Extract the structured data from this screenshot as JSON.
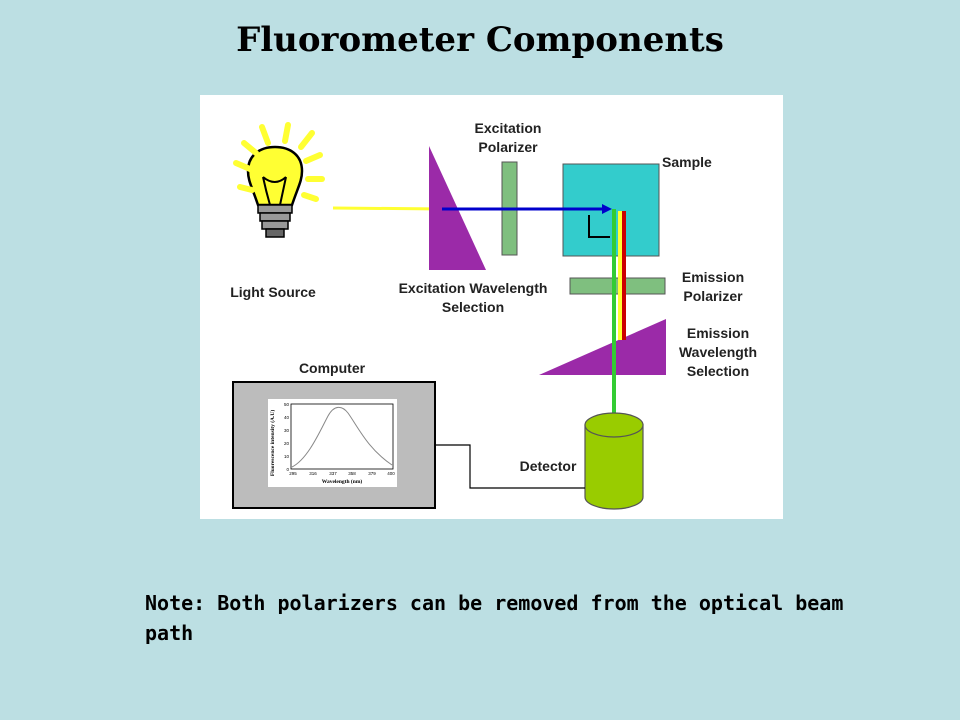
{
  "title": "Fluorometer Components",
  "labels": {
    "light_source": "Light Source",
    "excitation_polarizer": "Excitation\nPolarizer",
    "excitation_selection": "Excitation Wavelength\nSelection",
    "sample": "Sample",
    "emission_polarizer": "Emission\nPolarizer",
    "emission_selection": "Emission\nWavelength\nSelection",
    "computer": "Computer",
    "detector": "Detector"
  },
  "computer_plot": {
    "ylabel": "Fluorescence intensity (A.U)",
    "xlabel": "Wavelength (nm)",
    "xticks": [
      "295",
      "316",
      "337",
      "358",
      "379",
      "400"
    ],
    "yticks": [
      "0",
      "10",
      "20",
      "30",
      "40",
      "50"
    ]
  },
  "colors": {
    "background": "#bcdfe3",
    "prism": "#9b2aa8",
    "polarizer": "#7fbf7f",
    "sample": "#33cccc",
    "detector": "#99cc00",
    "bulb": "#ffff33",
    "beam_excitation": "#0000cc",
    "beam_light": "#ffff33",
    "beam_emission": "#33cc33"
  },
  "note": "Note: Both polarizers can be removed from the optical beam path"
}
